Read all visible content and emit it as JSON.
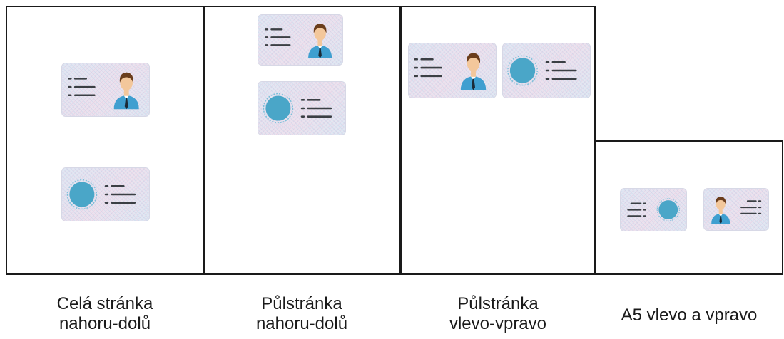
{
  "layouts": [
    {
      "id": "full-page-top-bottom",
      "line1": "Celá stránka",
      "line2": "nahoru-dolů"
    },
    {
      "id": "half-page-top-bottom",
      "line1": "Půlstránka",
      "line2": "nahoru-dolů"
    },
    {
      "id": "half-page-left-right",
      "line1": "Půlstránka",
      "line2": "vlevo-vpravo"
    },
    {
      "id": "a5-left-right",
      "line1": "A5 vlevo a vpravo",
      "line2": ""
    }
  ],
  "icons": {
    "card_front": "id-card-front-icon",
    "card_back": "id-card-back-icon"
  },
  "colors": {
    "page_border": "#1a1a1a",
    "card_tint": "#e3e6f1",
    "text_lines": "#3b3f44",
    "shirt": "#3f9fd0",
    "skin": "#f3c79b",
    "hair": "#6b3d1c",
    "tie": "#1b2a36",
    "seal": "#4aa6c8"
  }
}
